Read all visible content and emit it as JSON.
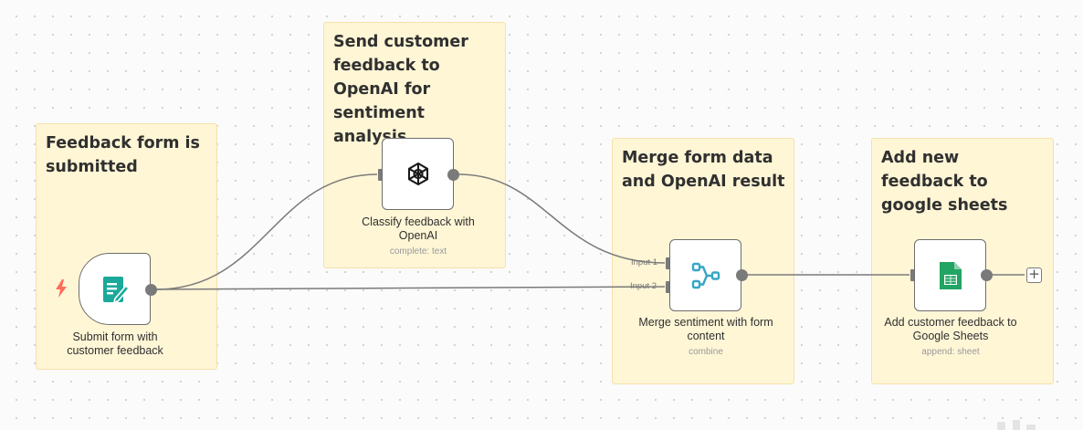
{
  "sticky_notes": [
    {
      "id": "form-submitted",
      "title": "Feedback form is submitted"
    },
    {
      "id": "send-openai",
      "title": "Send customer feedback to OpenAI for sentiment analysis"
    },
    {
      "id": "merge",
      "title": "Merge form data and OpenAI result"
    },
    {
      "id": "sheets",
      "title": "Add new feedback to google sheets"
    }
  ],
  "nodes": {
    "form_trigger": {
      "label": "Submit form with customer feedback",
      "icon": "form-icon",
      "trigger_icon": "lightning-bolt-icon"
    },
    "openai": {
      "label": "Classify feedback with OpenAI",
      "subtitle": "complete: text",
      "icon": "openai-icon"
    },
    "merge": {
      "label": "Merge sentiment with form content",
      "subtitle": "combine",
      "icon": "merge-icon",
      "inputs": [
        "Input 1",
        "Input 2"
      ]
    },
    "sheets": {
      "label": "Add customer feedback to Google Sheets",
      "subtitle": "append: sheet",
      "icon": "google-sheets-icon"
    }
  },
  "add_node_button": "+",
  "colors": {
    "sticky_bg": "#fff6d6",
    "sticky_border": "#f5e2a9",
    "connection": "#7a7a7a",
    "form_icon": "#1aa99b",
    "merge_icon": "#35a7c6",
    "sheets_icon": "#21a464",
    "trigger_bolt": "#ff6d5a"
  }
}
